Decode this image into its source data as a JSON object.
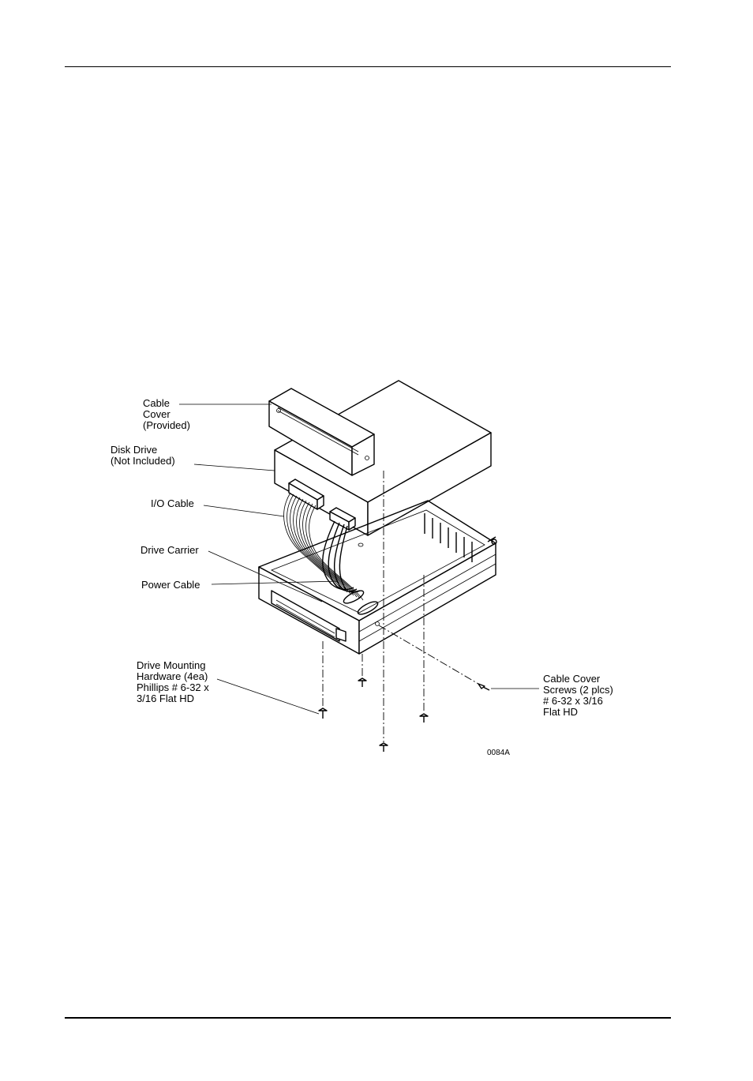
{
  "figure": {
    "callouts": {
      "cable_cover": "Cable\nCover\n(Provided)",
      "disk_drive": "Disk Drive\n(Not Included)",
      "io_cable": "I/O Cable",
      "drive_carrier": "Drive Carrier",
      "power_cable": "Power Cable",
      "mounting_hardware": "Drive Mounting\nHardware (4ea)\nPhillips # 6-32 x\n3/16 Flat HD",
      "cable_cover_screws": "Cable Cover\nScrews (2 plcs)\n# 6-32 x 3/16\nFlat HD"
    },
    "figure_id": "0084A"
  }
}
